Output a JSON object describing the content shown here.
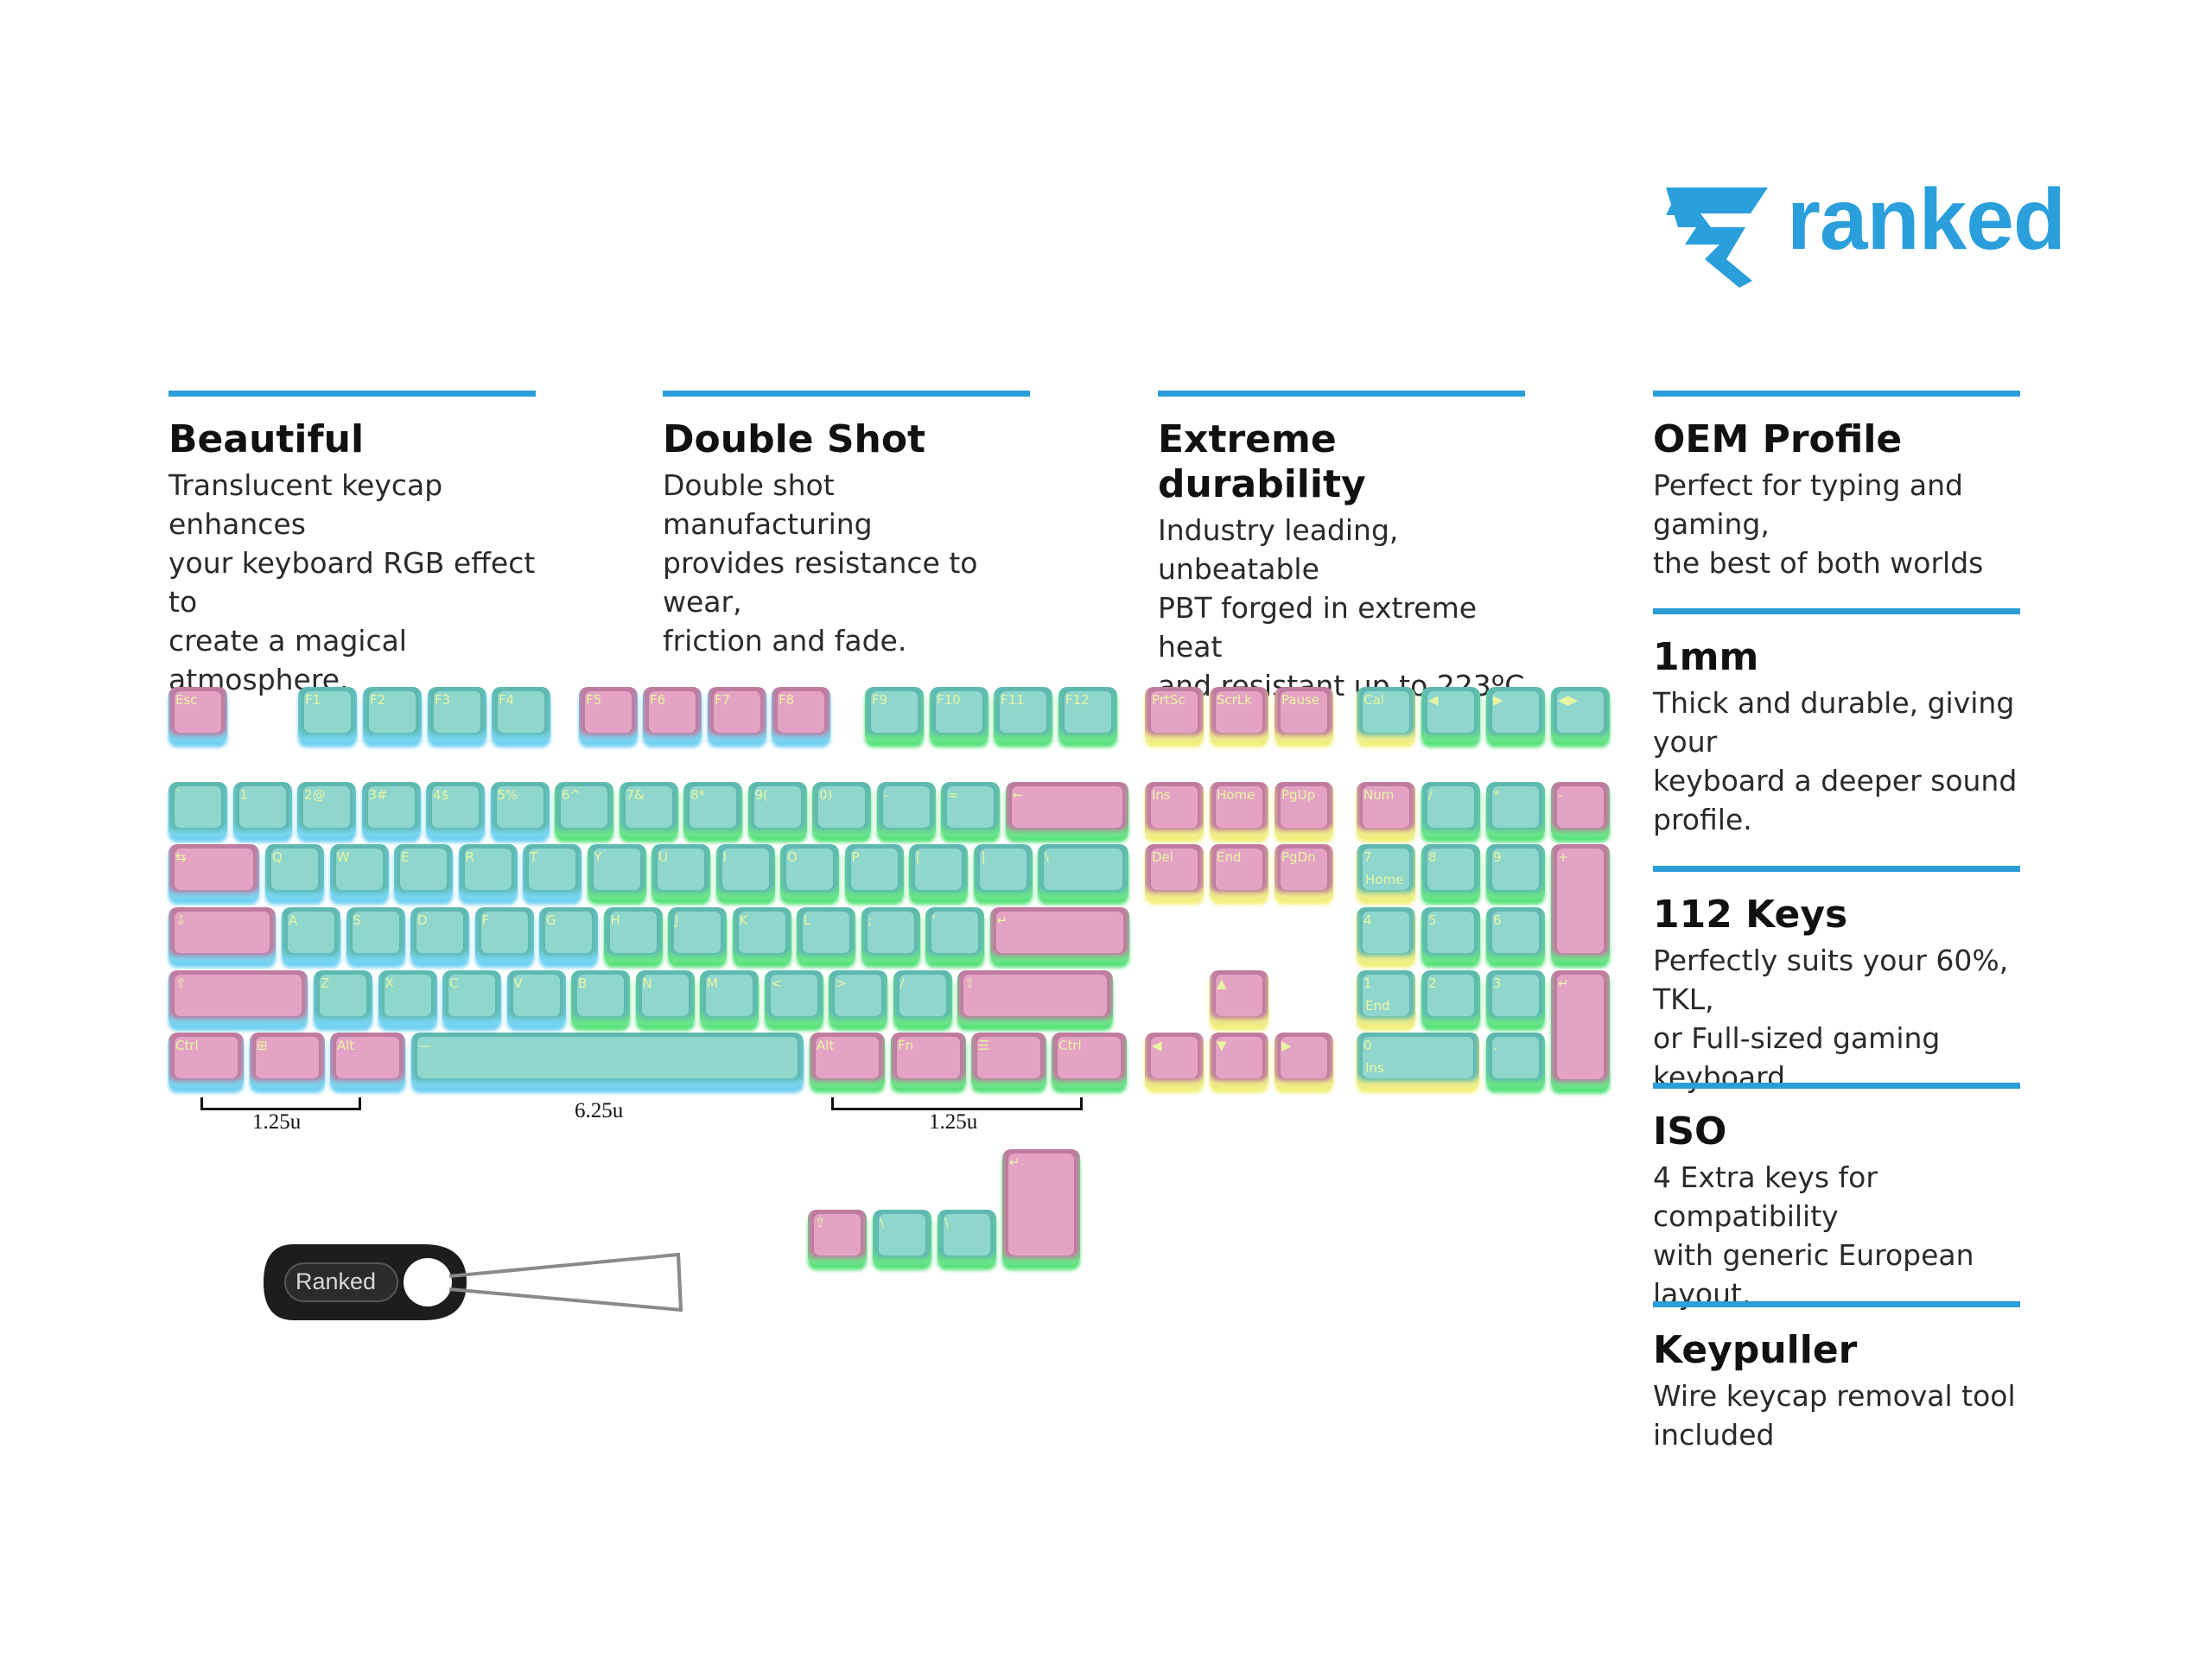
{
  "brand": {
    "name": "ranked",
    "color": "#2a9fdc"
  },
  "features_left": [
    {
      "title": "Beautiful",
      "lines": [
        "Translucent keycap enhances",
        "your keyboard RGB effect to",
        "create a magical atmosphere."
      ]
    },
    {
      "title": "Double Shot",
      "lines": [
        "Double shot manufacturing",
        "provides resistance to wear,",
        "friction and fade."
      ]
    },
    {
      "title": "Extreme durability",
      "lines": [
        "Industry leading, unbeatable",
        "PBT forged in extreme heat",
        "and resistant up to 223ºC"
      ]
    }
  ],
  "features_right": [
    {
      "title": "OEM Profile",
      "lines": [
        "Perfect for typing and gaming,",
        "the best of both worlds"
      ]
    },
    {
      "title": "1mm",
      "lines": [
        "Thick and durable, giving your",
        "keyboard a deeper sound",
        "profile."
      ]
    },
    {
      "title": "112 Keys",
      "lines": [
        "Perfectly suits your 60%, TKL,",
        "or Full-sized gaming keyboard."
      ]
    },
    {
      "title": "ISO",
      "lines": [
        "4 Extra keys for compatibility",
        "with generic European layout."
      ]
    },
    {
      "title": "Keypuller",
      "lines": [
        "Wire keycap removal tool",
        "included"
      ]
    }
  ],
  "unit_labels": [
    "1.25u",
    "6.25u",
    "1.25u"
  ],
  "puller_label": "Ranked",
  "colors": {
    "accent_bar": "#2a9ed8",
    "mint_key": "#8fd6cd",
    "pink_key": "#e4a3c5"
  },
  "keys": {
    "fn_row": [
      "Esc",
      "F1",
      "F2",
      "F3",
      "F4",
      "F5",
      "F6",
      "F7",
      "F8",
      "F9",
      "F10",
      "F11",
      "F12",
      "PrtSc",
      "ScrLk",
      "Pause",
      "Cal",
      "◀",
      "▶",
      "◀▶"
    ],
    "num_row": [
      "`",
      "1",
      "2@",
      "3#",
      "4$",
      "5%",
      "6^",
      "7&",
      "8*",
      "9(",
      "0)",
      "-",
      "=",
      "←",
      "Ins",
      "Home",
      "PgUp",
      "Num",
      "/",
      "*",
      "-"
    ],
    "q_row": [
      "⇆",
      "Q",
      "W",
      "E",
      "R",
      "T",
      "Y",
      "U",
      "I",
      "O",
      "P",
      "[",
      "]",
      "\\",
      "Del",
      "End",
      "PgDn",
      "7",
      "8",
      "9",
      "+"
    ],
    "a_row": [
      "⇩",
      "A",
      "S",
      "D",
      "F",
      "G",
      "H",
      "J",
      "K",
      "L",
      ";",
      "'",
      "↵",
      "4",
      "5",
      "6"
    ],
    "z_row": [
      "⇧",
      "Z",
      "X",
      "C",
      "V",
      "B",
      "N",
      "M",
      "<",
      ">",
      "/",
      "⇧",
      "▲",
      "1",
      "2",
      "3",
      "↵"
    ],
    "bottom_row": [
      "Ctrl",
      "⊞",
      "Alt",
      "—",
      "Alt",
      "Fn",
      "☰",
      "Ctrl",
      "◀",
      "▼",
      "▶",
      "0",
      "."
    ],
    "iso_extra": [
      "⇧",
      "\\",
      "\\",
      "↵"
    ],
    "sub_labels": {
      "num7": "Home",
      "num1": "End",
      "num0": "Ins"
    }
  }
}
